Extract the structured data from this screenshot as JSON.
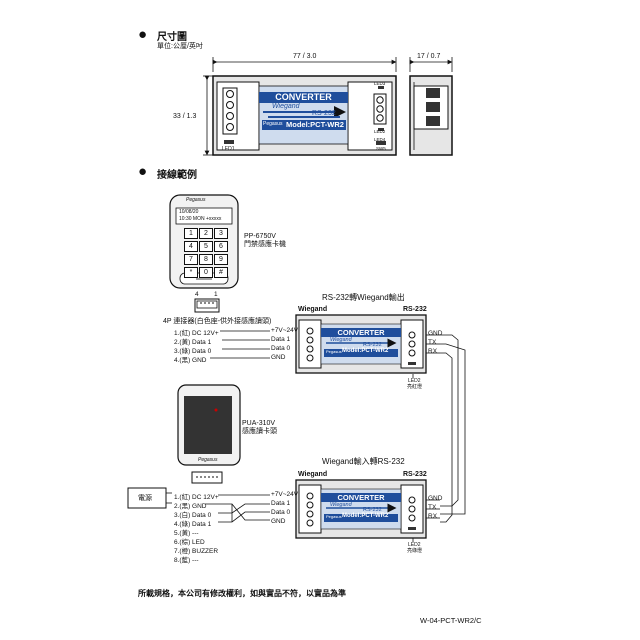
{
  "dimension": {
    "title": "尺寸圖",
    "unit": "單位:公厘/英吋",
    "width": "77 / 3.0",
    "depth": "17 / 0.7",
    "height": "33 / 1.3"
  },
  "device": {
    "title": "CONVERTER",
    "wiegand": "Wiegand",
    "rs232": "RS-232",
    "brand": "Pegasus",
    "model": "Model:PCT-WR2",
    "led1": "LED1",
    "led2": "LED2",
    "led3": "LED3",
    "led4": "LED4",
    "sw5": "SW5"
  },
  "wiring": {
    "title": "接線範例",
    "keypad": {
      "brand": "Pegasus",
      "date": "10/08/20",
      "time": "10:30  MON  +xxxxx",
      "keys": [
        "1",
        "2",
        "3",
        "4",
        "5",
        "6",
        "7",
        "8",
        "9",
        "*",
        "0",
        "#"
      ],
      "label1": "PP-6750V",
      "label2": "門禁感應卡機"
    },
    "connector": {
      "pin_left": "4",
      "pin_right": "1",
      "label": "4P 連接器(白色座-供外接感應讀頭)"
    },
    "top_wires": [
      "1.(紅) DC 12V+",
      "2.(黃) Data 1",
      "3.(綠) Data 0",
      "4.(黑) GND"
    ],
    "top_converter_wires": [
      "+7V~24V",
      "Data 1",
      "Data 0",
      "GND"
    ],
    "top_caption": "RS-232轉Wiegand輸出",
    "block_wiegand": "Wiegand",
    "block_rs232": "RS-232",
    "rs_pins": [
      "GND",
      "TX",
      "RX"
    ],
    "led2_label": "LED2",
    "led2_top_color": "亮紅燈",
    "reader": {
      "label1": "PUA-310V",
      "label2": "感應讀卡頭",
      "brand": "Pegasus"
    },
    "bottom_caption": "Wiegand輸入轉RS-232",
    "power_label": "電源",
    "bottom_wires": [
      "1.(紅) DC 12V+",
      "2.(黑) GND",
      "3.(白) Data 0",
      "4.(綠) Data 1",
      "5.(黃) ---",
      "6.(棕) LED",
      "7.(橙) BUZZER",
      "8.(藍) ---"
    ],
    "bottom_converter_wires": [
      "+7V~24V",
      "Data 1",
      "Data 0",
      "GND"
    ],
    "led2_bottom_color": "亮綠燈"
  },
  "footer": {
    "note": "所載規格，本公司有修改權利，如與實品不符，以實品為準",
    "code": "W-04-PCT-WR2/C"
  },
  "colors": {
    "blue": "#1f4e9c",
    "light_blue": "#cfdcee",
    "gray": "#d9d9d9"
  }
}
